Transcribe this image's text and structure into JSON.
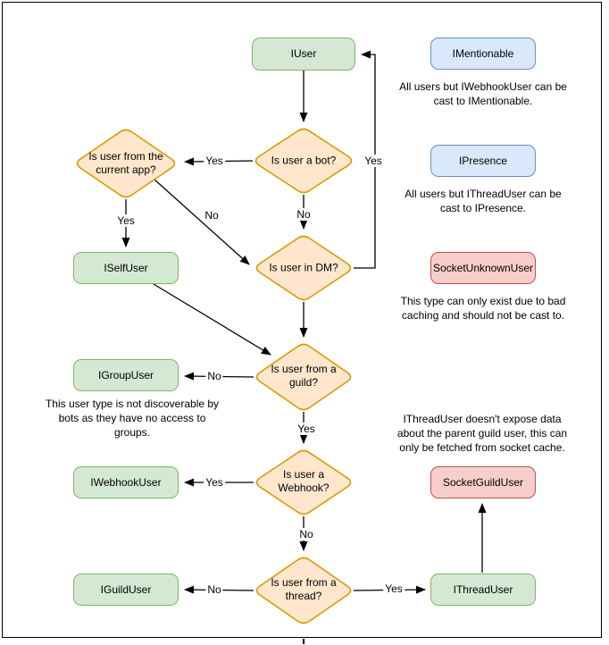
{
  "colors": {
    "green_fill": "#d5e8d4",
    "green_stroke": "#82b366",
    "orange_fill": "#ffe6cc",
    "orange_stroke": "#d79b00",
    "blue_fill": "#dae8fc",
    "blue_stroke": "#6c8ebf",
    "red_fill": "#f8cecc",
    "red_stroke": "#b85450",
    "edge": "#000000"
  },
  "labels": {
    "yes": "Yes",
    "no": "No"
  },
  "nodes": {
    "iuser": "IUser",
    "imentionable": "IMentionable",
    "ipresence": "IPresence",
    "socket_unknown_user": "SocketUnknownUser",
    "iselfuser": "ISelfUser",
    "igroupuser": "IGroupUser",
    "iwebhookuser": "IWebhookUser",
    "iguilduser": "IGuildUser",
    "ithreaduser": "IThreadUser",
    "socket_guild_user": "SocketGuildUser"
  },
  "decisions": {
    "is_bot": "Is user a bot?",
    "current_app": "Is user from the\ncurrent app?",
    "in_dm": "Is user in DM?",
    "from_guild": "Is user from a\nguild?",
    "is_webhook": "Is user a\nWebhook?",
    "from_thread": "Is user from a\nthread?"
  },
  "notes": {
    "mentionable": "All users but IWebhookUser can be\ncast to IMentionable.",
    "presence": "All users but IThreadUser can be\ncast to IPresence.",
    "unknown_user": "This type can only exist due to bad\ncaching and should not be cast to.",
    "group_user": "This user type is not discoverable by\nbots as they have no access to\ngroups.",
    "thread_user": "IThreadUser doesn't expose data\nabout the parent guild user, this can\nonly be fetched from socket cache."
  }
}
